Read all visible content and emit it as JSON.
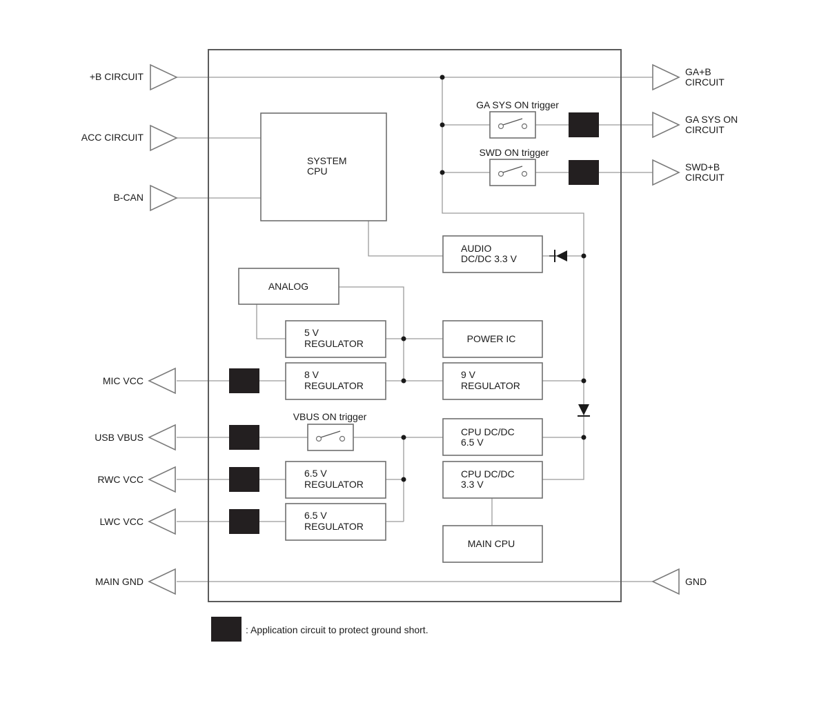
{
  "terminals": {
    "b_circuit": "+B CIRCUIT",
    "acc_circuit": "ACC CIRCUIT",
    "b_can": "B-CAN",
    "mic_vcc": "MIC VCC",
    "usb_vbus": "USB VBUS",
    "rwc_vcc": "RWC VCC",
    "lwc_vcc": "LWC VCC",
    "main_gnd": "MAIN GND",
    "ga_b_1": "GA+B",
    "ga_b_2": "CIRCUIT",
    "ga_sys_on_1": "GA SYS ON",
    "ga_sys_on_2": "CIRCUIT",
    "swd_b_1": "SWD+B",
    "swd_b_2": "CIRCUIT",
    "gnd": "GND"
  },
  "blocks": {
    "system_cpu_1": "SYSTEM",
    "system_cpu_2": "CPU",
    "audio_1": "AUDIO",
    "audio_2": "DC/DC 3.3 V",
    "analog": "ANALOG",
    "reg5_1": "5 V",
    "reg5_2": "REGULATOR",
    "power_ic": "POWER IC",
    "reg8_1": "8 V",
    "reg8_2": "REGULATOR",
    "reg9_1": "9 V",
    "reg9_2": "REGULATOR",
    "cpu65_1": "CPU DC/DC",
    "cpu65_2": "6.5 V",
    "reg65a_1": "6.5 V",
    "reg65a_2": "REGULATOR",
    "cpu33_1": "CPU DC/DC",
    "cpu33_2": "3.3 V",
    "reg65b_1": "6.5 V",
    "reg65b_2": "REGULATOR",
    "main_cpu": "MAIN CPU"
  },
  "triggers": {
    "ga_sys_on": "GA SYS ON trigger",
    "swd_on": "SWD ON trigger",
    "vbus_on": "VBUS ON trigger"
  },
  "legend": {
    "text": ": Application circuit to protect ground short."
  },
  "colors": {
    "protection_block": "#231f20",
    "wire": "#9a9a9a",
    "box_border": "#6e6e6e"
  }
}
